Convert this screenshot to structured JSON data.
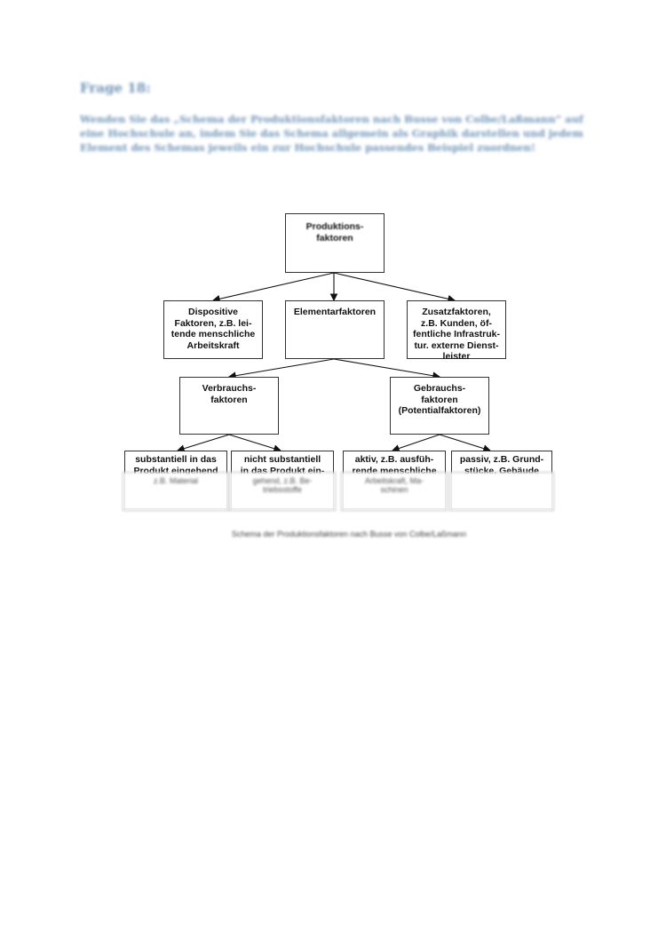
{
  "question": {
    "title": "Frage 18:",
    "text": "Wenden Sie das „Schema der Produktionsfaktoren nach Busse von Colbe/Laßmann“ auf eine Hochschule an, indem Sie das Schema allgemein als Graphik darstellen und jedem Element des Schemas jeweils ein zur Hochschule passendes Beispiel zuordnen!"
  },
  "diagram": {
    "root": "Produktions-\nfaktoren",
    "level1": [
      "Dispositive\nFaktoren, z.B. lei-\ntende menschliche\nArbeitskraft",
      "Elementarfaktoren",
      "Zusatzfaktoren,\nz.B. Kunden, öf-\nfentliche Infrastruk-\ntur. externe Dienst-\nleister"
    ],
    "level2": [
      "Verbrauchs-\nfaktoren",
      "Gebrauchs-\nfaktoren\n(Potentialfaktoren)"
    ],
    "level3": [
      "substantiell in das\nProdukt eingehend",
      "nicht substantiell\nin das Produkt ein-",
      "aktiv, z.B. ausfüh-\nrende menschliche",
      "passiv, z.B. Grund-\nstücke, Gebäude"
    ],
    "level3_blurred": [
      "z.B. Material",
      "gehend, z.B. Be-\ntriebsstoffe",
      "Arbeitskraft, Ma-\nschinen",
      ""
    ]
  },
  "caption": "Schema der Produktionsfaktoren nach Busse von Colbe/Laßmann"
}
